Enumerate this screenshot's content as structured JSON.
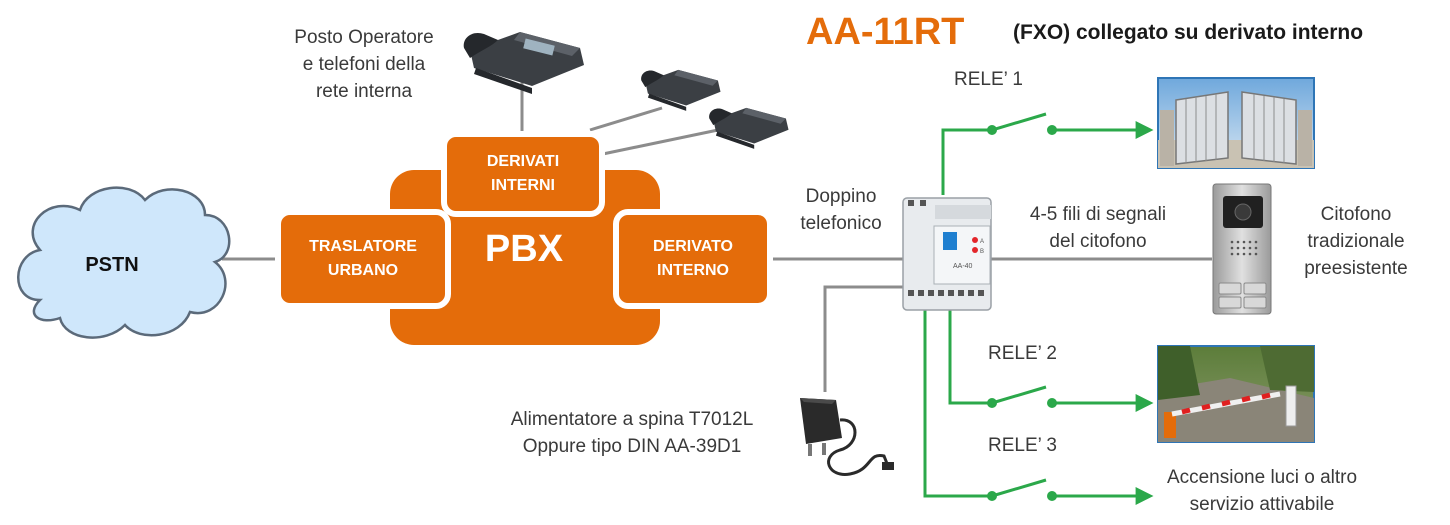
{
  "title": "AA-11RT",
  "subtitle": "(FXO) collegato su derivato interno",
  "pstn": "PSTN",
  "pbx": {
    "label": "PBX",
    "trunk": [
      "TRASLATORE",
      "URBANO"
    ],
    "extensions": [
      "DERIVATI",
      "INTERNI"
    ],
    "extension": [
      "DERIVATO",
      "INTERNO"
    ]
  },
  "operator_label": [
    "Posto Operatore",
    "e telefoni della",
    "rete interna"
  ],
  "pair_label": [
    "Doppino",
    "telefonico"
  ],
  "wires_label": [
    "4-5 fili di segnali",
    "del citofono"
  ],
  "intercom_label": [
    "Citofono",
    "tradizionale",
    "preesistente"
  ],
  "relays": [
    "RELE’ 1",
    "RELE’ 2",
    "RELE’ 3"
  ],
  "lights_label": [
    "Accensione luci o altro",
    "servizio attivabile"
  ],
  "power_label": [
    "Alimentatore a spina T7012L",
    "Oppure tipo DIN AA-39D1"
  ],
  "device": {
    "model": "AA-40",
    "led_a": "A",
    "led_b": "B"
  },
  "colors": {
    "orange": "#e46c0a",
    "green": "#2ba84a",
    "line": "#8c8c8c",
    "title": "#e46c0a"
  },
  "icons": [
    "cloud-icon",
    "desk-phone-icon",
    "din-module-icon",
    "gate-photo-icon",
    "barrier-photo-icon",
    "intercom-panel-icon",
    "power-adapter-icon",
    "relay-switch-icon",
    "arrow-icon"
  ]
}
